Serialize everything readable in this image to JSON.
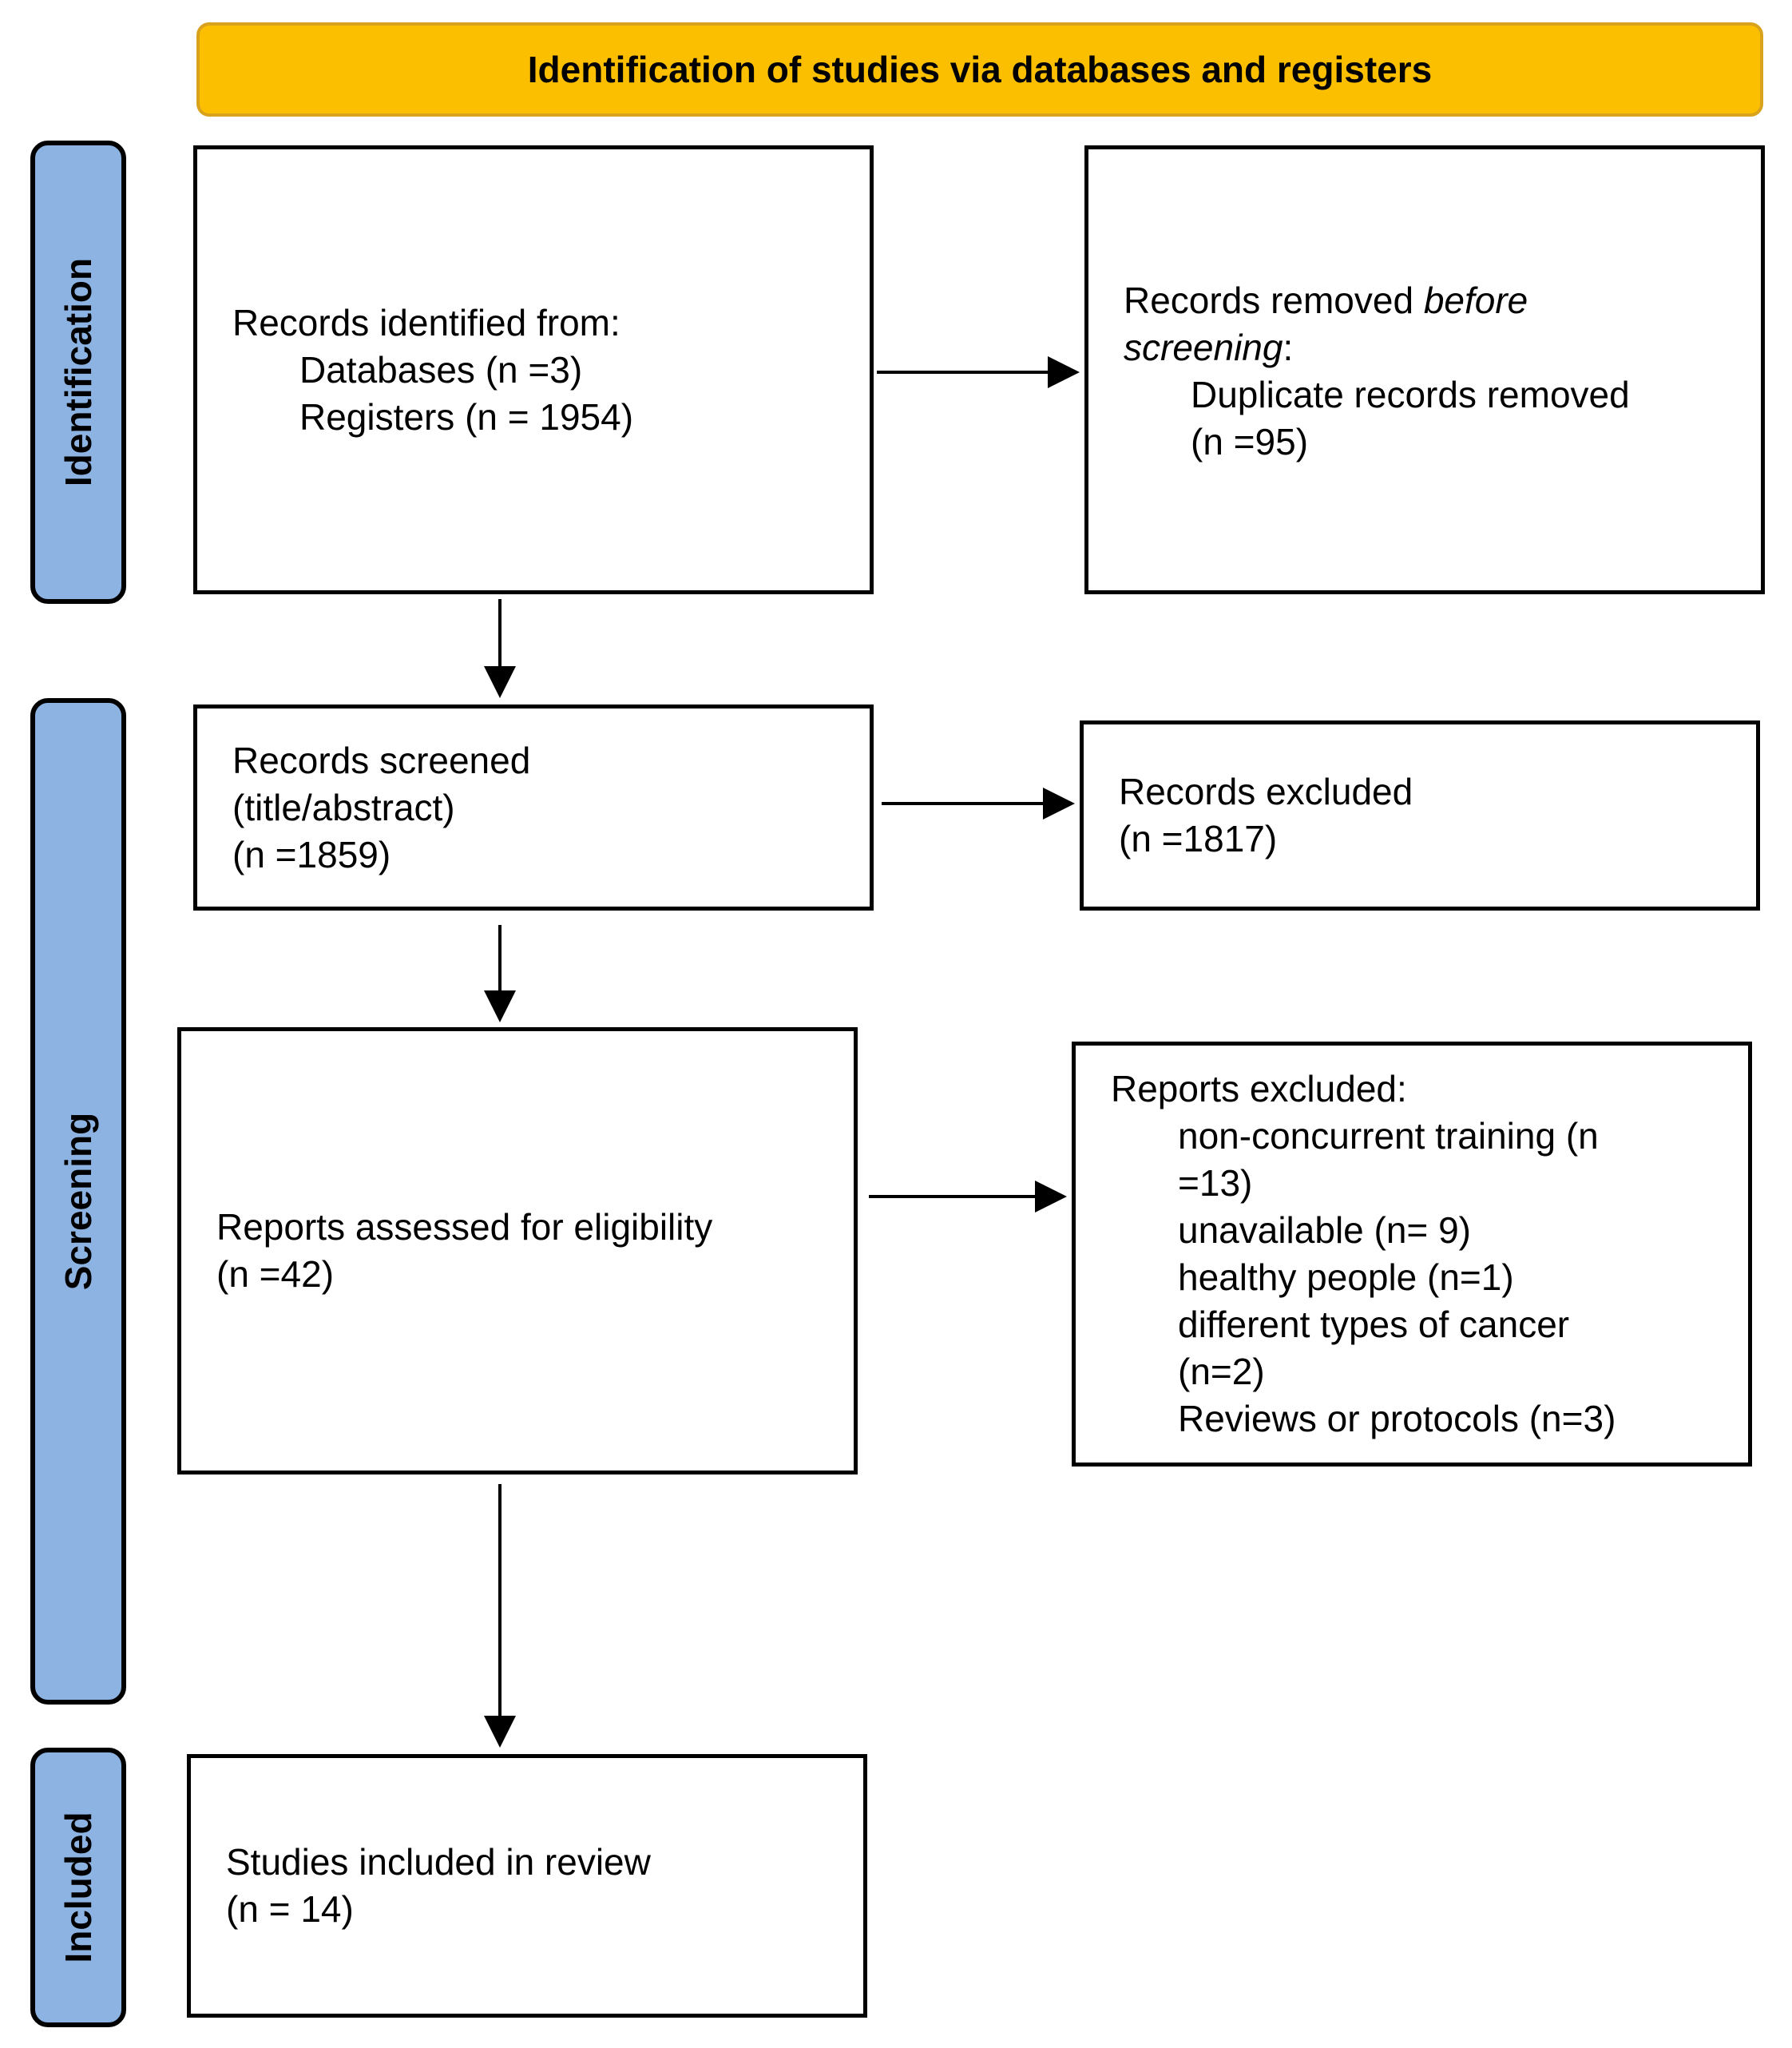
{
  "header": {
    "title": "Identification of studies via databases and registers"
  },
  "phases": {
    "identification": "Identification",
    "screening": "Screening",
    "included": "Included"
  },
  "boxes": {
    "records_identified": {
      "heading": "Records identified from:",
      "databases": "Databases (n =3)",
      "registers": "Registers (n = 1954)"
    },
    "records_removed": {
      "heading_prefix": "Records removed ",
      "heading_italic_1": "before",
      "heading_italic_2": "screening",
      "heading_suffix": ":",
      "duplicates_line1": "Duplicate records removed",
      "duplicates_line2": "(n =95)"
    },
    "records_screened": {
      "line1": "Records screened",
      "line2": "(title/abstract)",
      "line3": "(n =1859)"
    },
    "records_excluded": {
      "line1": "Records excluded",
      "line2": "(n =1817)"
    },
    "reports_assessed": {
      "line1": "Reports assessed for eligibility",
      "line2": "(n =42)"
    },
    "reports_excluded": {
      "heading": "Reports excluded:",
      "items": [
        "non-concurrent training (n",
        "=13)",
        "unavailable (n= 9)",
        "healthy people (n=1)",
        "different types of cancer",
        "(n=2)",
        "Reviews or protocols (n=3)"
      ]
    },
    "studies_included": {
      "line1": "Studies included in review",
      "line2": "(n = 14)"
    }
  }
}
